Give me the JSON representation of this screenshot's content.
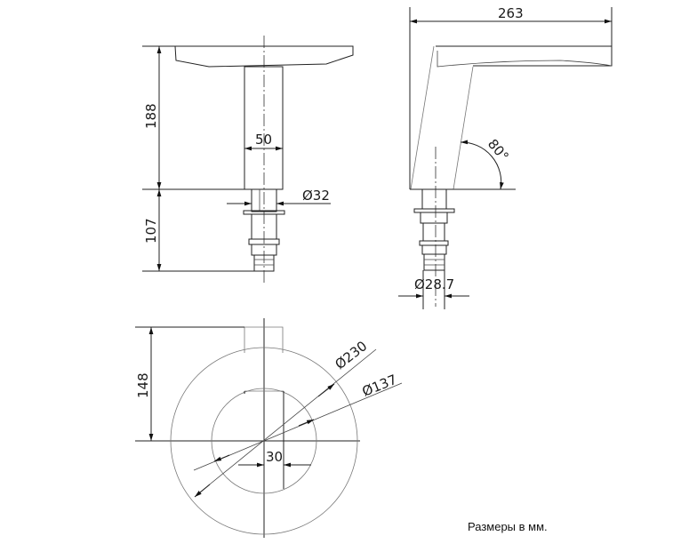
{
  "drawing": {
    "front_view": {
      "height_top_label": "188",
      "height_bottom_label": "107",
      "stem_width_label": "50",
      "connector_diameter_label": "Ø32"
    },
    "side_view": {
      "length_label": "263",
      "angle_label": "80°",
      "connector_diameter_label": "Ø28.7"
    },
    "top_view": {
      "depth_label": "148",
      "outer_diameter_label": "Ø230",
      "inner_diameter_label": "Ø137",
      "offset_label": "30"
    },
    "units_note": "Размеры в мм."
  }
}
